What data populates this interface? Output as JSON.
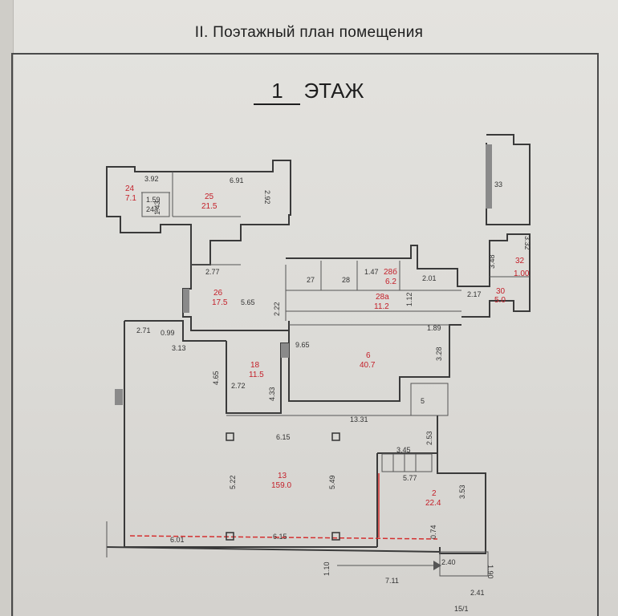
{
  "document": {
    "heading": "II. Поэтажный план помещения",
    "floor_number": "1",
    "floor_word": "ЭТАЖ"
  },
  "rooms": [
    {
      "number": "24",
      "area": "7.1"
    },
    {
      "number": "24а",
      "area": "1.59"
    },
    {
      "number": "25",
      "area": "21.5"
    },
    {
      "number": "26",
      "area": "17.5"
    },
    {
      "number": "27",
      "area": ""
    },
    {
      "number": "28",
      "area": ""
    },
    {
      "number": "28б",
      "area": "6.2"
    },
    {
      "number": "28а",
      "area": "11.2"
    },
    {
      "number": "6",
      "area": "40.7"
    },
    {
      "number": "18",
      "area": "11.5"
    },
    {
      "number": "5",
      "area": ""
    },
    {
      "number": "13",
      "area": "159.0"
    },
    {
      "number": "2",
      "area": "22.4"
    },
    {
      "number": "30",
      "area": "5.0"
    },
    {
      "number": "32",
      "area": "1.00"
    },
    {
      "number": "33",
      "area": ""
    }
  ],
  "dimensions": {
    "d_3_92": "3.92",
    "d_6_91": "6.91",
    "d_2_92": "2.92",
    "d_1_43": "1.43",
    "d_2_77": "2.77",
    "d_5_65": "5.65",
    "d_2_22": "2.22",
    "d_1_47": "1.47",
    "d_2_01": "2.01",
    "d_1_12": "1.12",
    "d_2_17": "2.17",
    "d_3_48": "3.48",
    "d_3_32": "3.32",
    "d_2_71": "2.71",
    "d_0_99": "0.99",
    "d_3_13": "3.13",
    "d_9_65": "9.65",
    "d_1_89": "1.89",
    "d_3_28": "3.28",
    "d_4_65": "4.65",
    "d_2_72": "2.72",
    "d_4_33": "4.33",
    "d_13_31": "13.31",
    "d_2_53": "2.53",
    "d_6_15a": "6.15",
    "d_3_45": "3.45",
    "d_5_77": "5.77",
    "d_5_22": "5.22",
    "d_5_49": "5.49",
    "d_3_53": "3.53",
    "d_0_74": "0.74",
    "d_6_01": "6.01",
    "d_6_15b": "6.15",
    "d_1_10": "1.10",
    "d_7_11": "7.11",
    "d_2_40": "2.40",
    "d_1_90": "1.90",
    "d_2_41": "2.41",
    "d_15_1": "15/1"
  }
}
